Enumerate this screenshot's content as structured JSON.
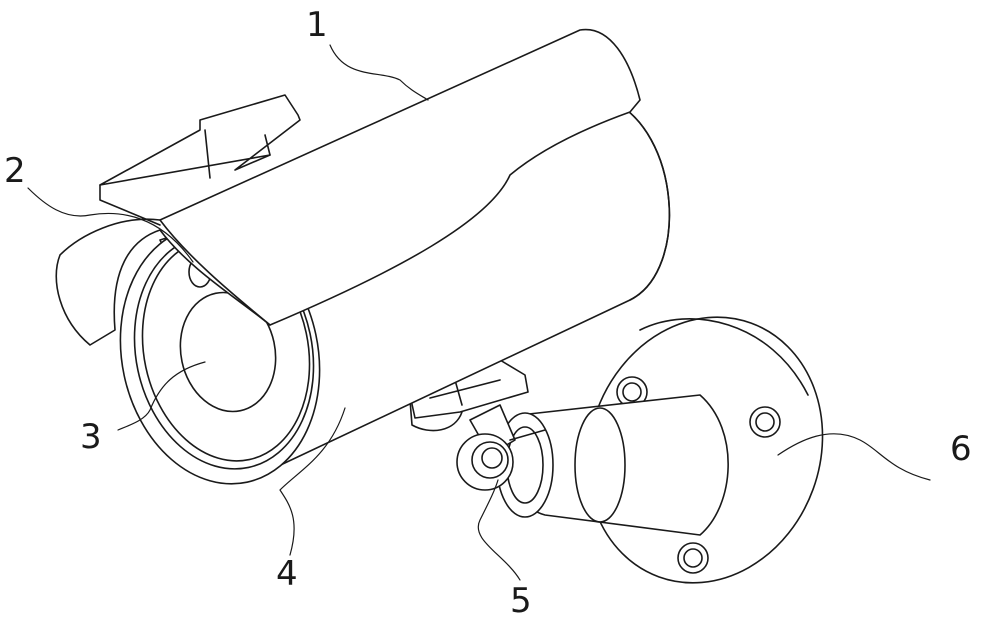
{
  "figure": {
    "labels": [
      {
        "id": "1",
        "text": "1"
      },
      {
        "id": "2",
        "text": "2"
      },
      {
        "id": "3",
        "text": "3"
      },
      {
        "id": "4",
        "text": "4"
      },
      {
        "id": "5",
        "text": "5"
      },
      {
        "id": "6",
        "text": "6"
      }
    ],
    "colors": {
      "line": "#1a1a1a",
      "background": "#ffffff"
    }
  }
}
